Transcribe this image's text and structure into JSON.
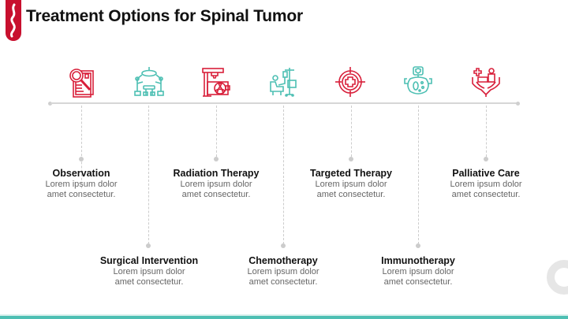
{
  "header": {
    "title": "Treatment Options for Spinal Tumor",
    "logo_icon": "spine-icon"
  },
  "colors": {
    "red": "#d81f3a",
    "teal": "#4dbfb3",
    "logo_red": "#c8102e",
    "timeline_gray": "#d6d6d6",
    "text_dark": "#111111",
    "text_muted": "#666666"
  },
  "steps": [
    {
      "title": "Observation",
      "line1": "Lorem ipsum dolor",
      "line2": "amet consectetur.",
      "icon": "magnifier-document-icon",
      "color": "red",
      "position": "top"
    },
    {
      "title": "Surgical Intervention",
      "line1": "Lorem ipsum dolor",
      "line2": "amet consectetur.",
      "icon": "surgical-robot-icon",
      "color": "teal",
      "position": "bottom"
    },
    {
      "title": "Radiation Therapy",
      "line1": "Lorem ipsum dolor",
      "line2": "amet consectetur.",
      "icon": "radiation-machine-icon",
      "color": "red",
      "position": "top"
    },
    {
      "title": "Chemotherapy",
      "line1": "Lorem ipsum dolor",
      "line2": "amet consectetur.",
      "icon": "iv-drip-patient-icon",
      "color": "teal",
      "position": "bottom"
    },
    {
      "title": "Targeted Therapy",
      "line1": "Lorem ipsum dolor",
      "line2": "amet consectetur.",
      "icon": "target-crosshair-icon",
      "color": "red",
      "position": "top"
    },
    {
      "title": "Immunotherapy",
      "line1": "Lorem ipsum dolor",
      "line2": "amet consectetur.",
      "icon": "immune-cell-icon",
      "color": "teal",
      "position": "bottom"
    },
    {
      "title": "Palliative Care",
      "line1": "Lorem ipsum dolor",
      "line2": "amet consectetur.",
      "icon": "caring-hands-icon",
      "color": "red",
      "position": "top"
    }
  ]
}
